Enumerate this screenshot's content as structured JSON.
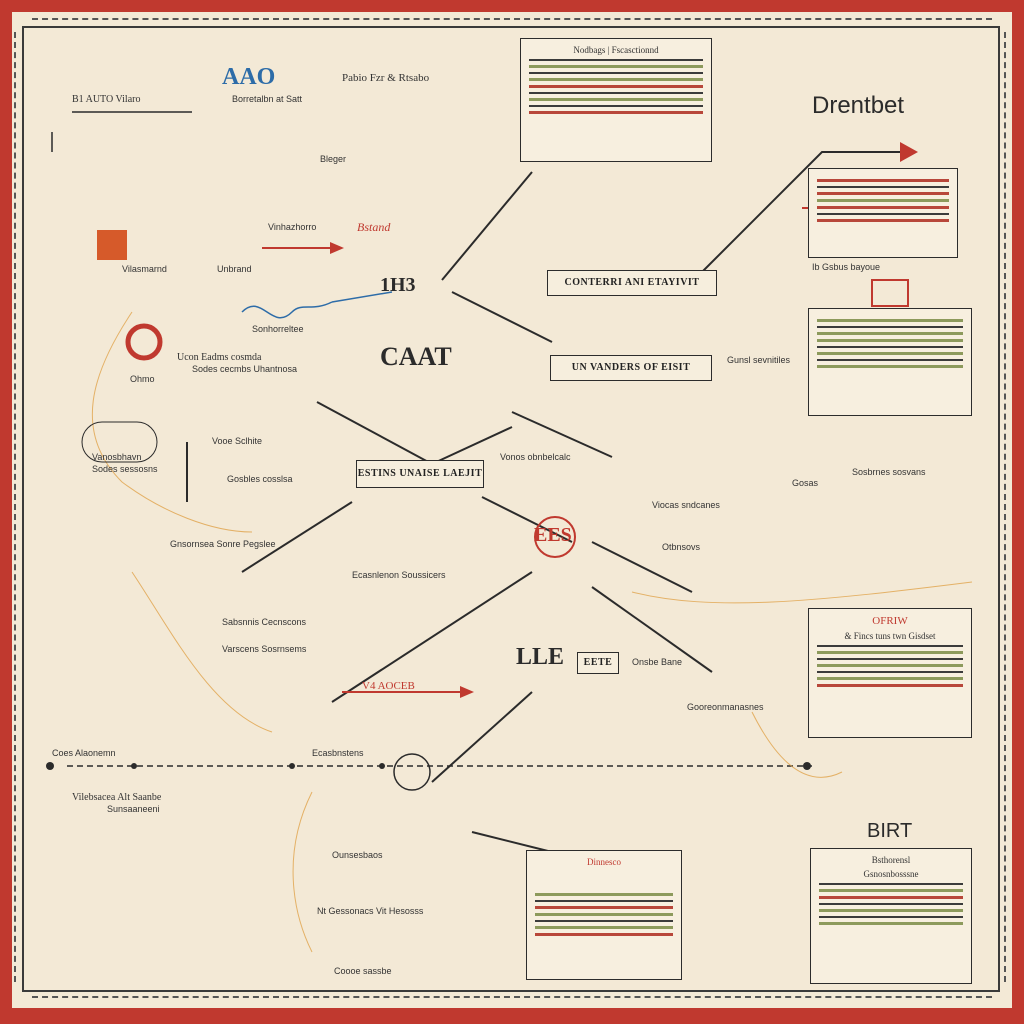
{
  "colors": {
    "frame": "#c0392f",
    "paper": "#f3e9d6",
    "ink": "#2b2b2b",
    "accent_red": "#b8473a",
    "accent_blue": "#2d6ca8",
    "accent_olive": "#8d9a5c"
  },
  "heading": {
    "title": "Drentbet",
    "corner_label": "BIRT"
  },
  "top": {
    "logo": "AAO",
    "top_left_label": "B1 AUTO Vilaro",
    "top_center_label": "Pabio Fzr & Rtsabo",
    "sub_center": "Borretalbn at Satt",
    "bleger": "Bleger"
  },
  "top_panel": {
    "header_left": "Nodbags",
    "header_right": "Fscasctionnd"
  },
  "nodes": {
    "hub_top": "1H3",
    "hub_mid": "CAAT",
    "hub_center": "EES",
    "hub_low": "LLE",
    "box_right_top": "CONTERRI ANI ETAYIVIT",
    "box_right_mid": "UN VANDERS OF EISIT",
    "box_center": "ESTINS UNAISE LAEJIT",
    "box_low_tag": "EETE"
  },
  "labels": {
    "left_person": "Vinhazhorro",
    "left_person_sub": "Unbrand",
    "left_orange": "Vilasmarnd",
    "red_cluster": "Bstand",
    "wave_label": "Sonhorreltee",
    "left_info_1": "Ucon Eadms cosmda",
    "left_info_2": "Sodes cecmbs Uhantnosa",
    "cross_label": "Vonos obnbelcalc",
    "cross_sub": "Gunsl sevnitiles",
    "ohmo": "Ohmo",
    "branch_1": "Vooe Sclhite",
    "branch_2": "Gosbles cosslsa",
    "far_left": "Vanosbhavn",
    "far_left_sub": "Sodes sessosns",
    "mid_left": "Gnsornsea Sonre Pegslee",
    "mid_left_sub": "Sabsnnis Cecnscons",
    "lower_center": "Varscens Sosrnsems",
    "arrow_label": "V4 AOCEB",
    "right_mid": "Viocas sndcanes",
    "right_mid_sub": "Otbnsovs",
    "cable_label": "Onsbe Bane",
    "right_low": "Gooreonmanasnes",
    "center_low_label": "Ecasnlenon Soussicers",
    "right_edge": "Gosas",
    "right_row": "Sosbrnes sosvans",
    "timeline_left": "Coes Alaonemn",
    "timeline_mid": "Ecasbnstens",
    "bottom_left_title": "Vilebsacea Alt Saanbe",
    "bottom_left_sub": "Sunsaaneeni",
    "bottom_center_top": "Ounsesbaos",
    "bottom_center_sub": "Nt Gessonacs Vit Hesosss",
    "bottom_center_foot": "Coooe sassbe",
    "right_small": "Ib Gsbus bayoue",
    "right_card_title": "OFRIW",
    "right_card_sub": "& Fincs tuns twn Gisdset",
    "bottom_panel_title": "Dinnesco",
    "bottom_right_title": "Bsthorensl",
    "bottom_right_sub": "Gsnosnbosssne"
  }
}
